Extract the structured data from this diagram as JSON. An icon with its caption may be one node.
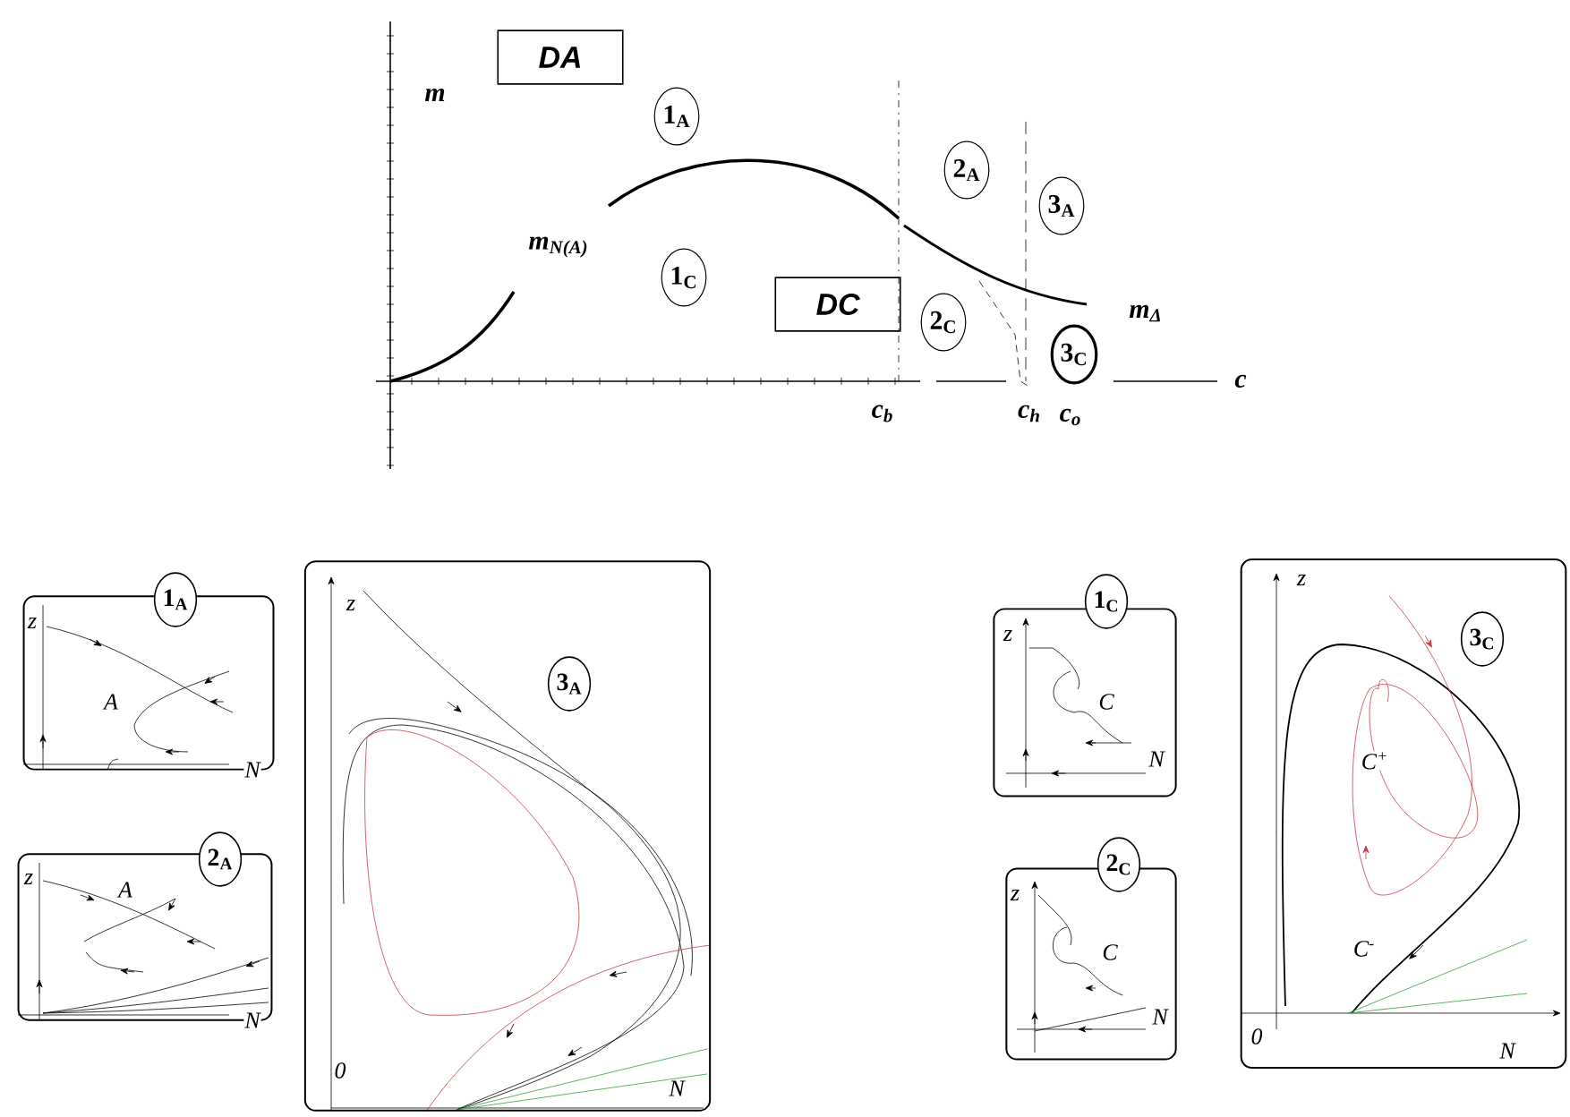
{
  "diagram": {
    "nodes": [
      {
        "text": [
          "DA"
        ]
      },
      {
        "text": [
          "DC"
        ]
      },
      {
        "text": [
          "1$_{A}$"
        ]
      },
      {
        "text": [
          "2$_{A}$"
        ]
      },
      {
        "text": [
          "3$_{A}$"
        ]
      },
      {
        "text": [
          "1$_{C}$"
        ]
      },
      {
        "text": [
          "2$_{C}$"
        ]
      },
      {
        "text": [
          "3$_{C}$"
        ]
      },
      {
        "text": [
          "1$_{A}$",
          "z",
          "A",
          "N"
        ]
      },
      {
        "text": [
          "2$_{A}$",
          "z",
          "A",
          "N"
        ]
      },
      {
        "text": [
          "3$_{A}$",
          "z",
          "0",
          "N"
        ]
      },
      {
        "text": [
          "1$_{C}$",
          "z",
          "C",
          "N"
        ]
      },
      {
        "text": [
          "2$_{C}$",
          "z",
          "C",
          "N"
        ]
      },
      {
        "text": [
          "3$_{C}$",
          "z",
          "C$^{+}$",
          "C$^{-}$",
          "0",
          "N"
        ]
      }
    ],
    "labels": [
      "m",
      "m$_{N(A)}$",
      "m$_{Δ}$",
      "c",
      "c$_{b}$",
      "c$_{h}$",
      "c$_{o}$"
    ]
  }
}
